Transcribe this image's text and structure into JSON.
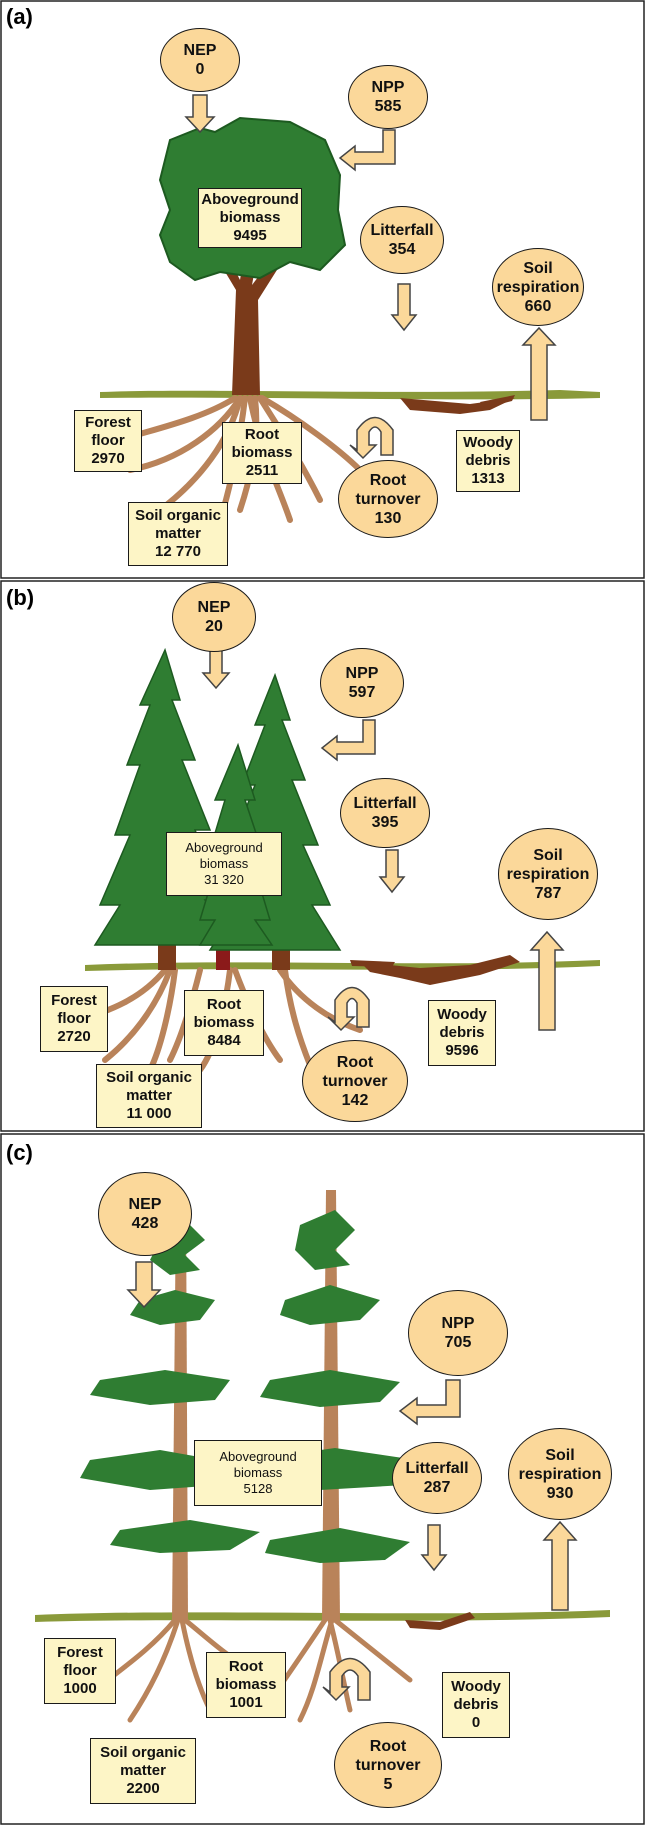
{
  "panels": [
    {
      "label": "(a)",
      "nep": {
        "name": "NEP",
        "value": "0"
      },
      "npp": {
        "name": "NPP",
        "value": "585"
      },
      "litterfall": {
        "name": "Litterfall",
        "value": "354"
      },
      "soil_respiration": {
        "line1": "Soil",
        "line2": "respiration",
        "value": "660"
      },
      "aboveground": {
        "line1": "Aboveground",
        "line2": "biomass",
        "value": "9495"
      },
      "forest_floor": {
        "line1": "Forest",
        "line2": "floor",
        "value": "2970"
      },
      "root_biomass": {
        "line1": "Root",
        "line2": "biomass",
        "value": "2511"
      },
      "woody_debris": {
        "line1": "Woody",
        "line2": "debris",
        "value": "1313"
      },
      "root_turnover": {
        "line1": "Root",
        "line2": "turnover",
        "value": "130"
      },
      "soil_organic": {
        "line1": "Soil organic",
        "line2": "matter",
        "value": "12 770"
      }
    },
    {
      "label": "(b)",
      "nep": {
        "name": "NEP",
        "value": "20"
      },
      "npp": {
        "name": "NPP",
        "value": "597"
      },
      "litterfall": {
        "name": "Litterfall",
        "value": "395"
      },
      "soil_respiration": {
        "line1": "Soil",
        "line2": "respiration",
        "value": "787"
      },
      "aboveground": {
        "line1": "Aboveground",
        "line2": "biomass",
        "value": "31 320"
      },
      "forest_floor": {
        "line1": "Forest",
        "line2": "floor",
        "value": "2720"
      },
      "root_biomass": {
        "line1": "Root",
        "line2": "biomass",
        "value": "8484"
      },
      "woody_debris": {
        "line1": "Woody",
        "line2": "debris",
        "value": "9596"
      },
      "root_turnover": {
        "line1": "Root",
        "line2": "turnover",
        "value": "142"
      },
      "soil_organic": {
        "line1": "Soil organic",
        "line2": "matter",
        "value": "11 000"
      }
    },
    {
      "label": "(c)",
      "nep": {
        "name": "NEP",
        "value": "428"
      },
      "npp": {
        "name": "NPP",
        "value": "705"
      },
      "litterfall": {
        "name": "Litterfall",
        "value": "287"
      },
      "soil_respiration": {
        "line1": "Soil",
        "line2": "respiration",
        "value": "930"
      },
      "aboveground": {
        "line1": "Aboveground",
        "line2": "biomass",
        "value": "5128"
      },
      "forest_floor": {
        "line1": "Forest",
        "line2": "floor",
        "value": "1000"
      },
      "root_biomass": {
        "line1": "Root",
        "line2": "biomass",
        "value": "1001"
      },
      "woody_debris": {
        "line1": "Woody",
        "line2": "debris",
        "value": "0"
      },
      "root_turnover": {
        "line1": "Root",
        "line2": "turnover",
        "value": "5"
      },
      "soil_organic": {
        "line1": "Soil organic",
        "line2": "matter",
        "value": "2200"
      }
    }
  ],
  "colors": {
    "oval_fill": "#fbd89a",
    "box_fill": "#fdf5c6",
    "arrow_fill": "#fbd89a",
    "foliage": "#2f7d32",
    "trunk": "#7a3a1a",
    "roots": "#b9835a",
    "ground": "#8a9a3a"
  }
}
